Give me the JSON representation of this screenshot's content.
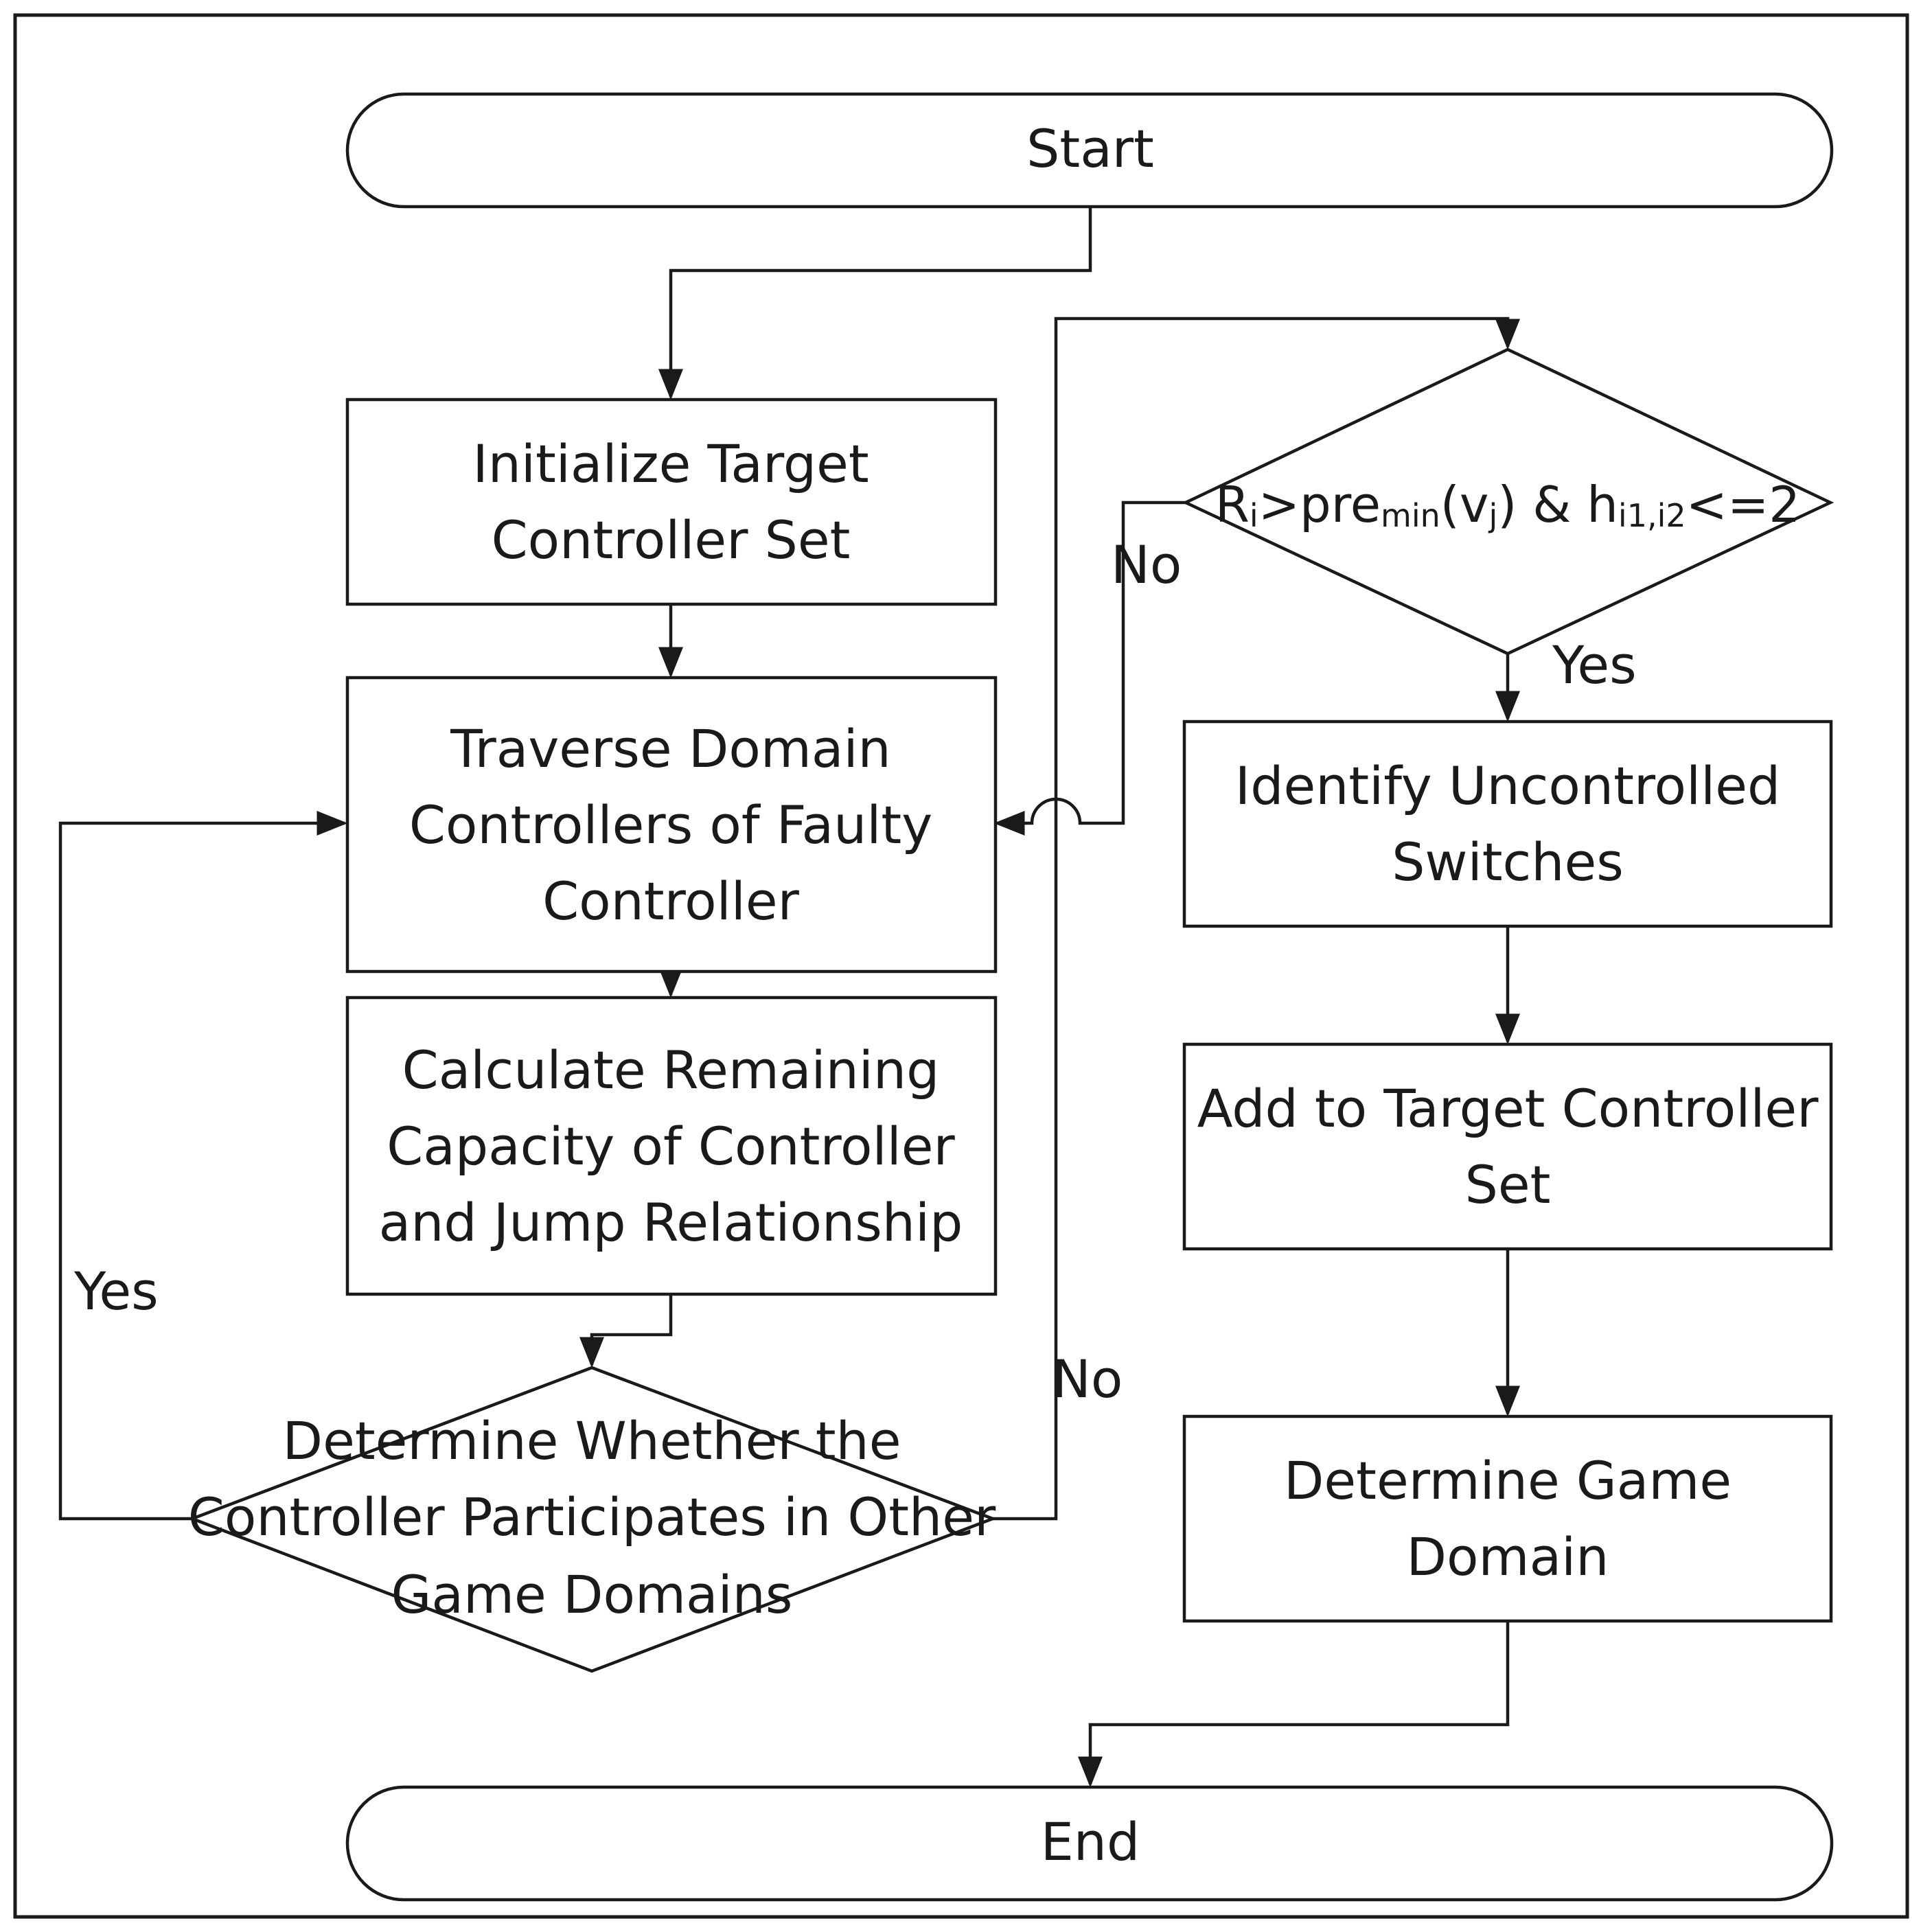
{
  "flowchart": {
    "start": "Start",
    "end": "End",
    "init": [
      "Initialize Target",
      "Controller Set"
    ],
    "traverse": [
      "Traverse Domain",
      "Controllers of Faulty",
      "Controller"
    ],
    "calculate": [
      "Calculate Remaining",
      "Capacity of Controller",
      "and Jump Relationship"
    ],
    "determine_participation": [
      "Determine Whether the",
      "Controller Participates in Other",
      "Game Domains"
    ],
    "condition": {
      "R": "R",
      "R_sub": "i",
      "gt": ">pre",
      "pre_sub": "min",
      "v_open": "(v",
      "v_sub": "j",
      "amp": ") & h",
      "h_sub": "i1,i2",
      "tail": "<=2"
    },
    "identify": [
      "Identify Uncontrolled",
      "Switches"
    ],
    "add": [
      "Add to Target Controller",
      "Set"
    ],
    "determine_game": [
      "Determine Game",
      "Domain"
    ],
    "edge_labels": {
      "left_yes": "Yes",
      "left_no": "No",
      "right_no": "No",
      "right_yes": "Yes"
    }
  }
}
